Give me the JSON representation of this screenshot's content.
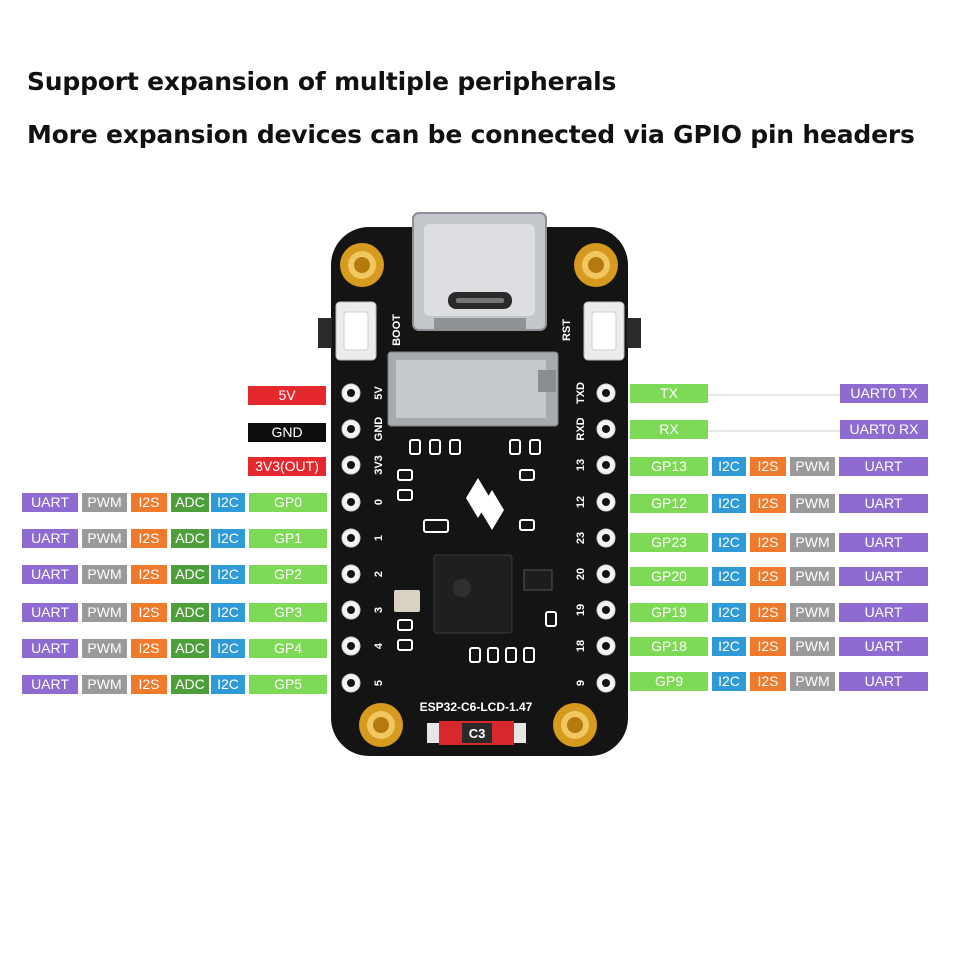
{
  "headlines": [
    "Support expansion of multiple peripherals",
    "More expansion devices can be connected via GPIO pin headers"
  ],
  "colors": {
    "uart": "#8e6bd1",
    "pwm": "#9a9a9a",
    "i2s": "#ef7a2c",
    "adc": "#4f9e3c",
    "i2c": "#2f9ad6",
    "gpio": "#7ed957",
    "power_5v": "#e4282e",
    "ground": "#0d0d0d",
    "power_3v3": "#e4282e"
  },
  "power_pins": [
    "5V",
    "GND",
    "3V3(OUT)"
  ],
  "left_gpio_rows": [
    {
      "uart": "UART",
      "pwm": "PWM",
      "i2s": "I2S",
      "adc": "ADC",
      "i2c": "I2C",
      "pin": "GP0"
    },
    {
      "uart": "UART",
      "pwm": "PWM",
      "i2s": "I2S",
      "adc": "ADC",
      "i2c": "I2C",
      "pin": "GP1"
    },
    {
      "uart": "UART",
      "pwm": "PWM",
      "i2s": "I2S",
      "adc": "ADC",
      "i2c": "I2C",
      "pin": "GP2"
    },
    {
      "uart": "UART",
      "pwm": "PWM",
      "i2s": "I2S",
      "adc": "ADC",
      "i2c": "I2C",
      "pin": "GP3"
    },
    {
      "uart": "UART",
      "pwm": "PWM",
      "i2s": "I2S",
      "adc": "ADC",
      "i2c": "I2C",
      "pin": "GP4"
    },
    {
      "uart": "UART",
      "pwm": "PWM",
      "i2s": "I2S",
      "adc": "ADC",
      "i2c": "I2C",
      "pin": "GP5"
    }
  ],
  "right_uart_rows": [
    {
      "pin": "TX",
      "function": "UART0 TX"
    },
    {
      "pin": "RX",
      "function": "UART0 RX"
    }
  ],
  "right_gpio_rows": [
    {
      "pin": "GP13",
      "i2c": "I2C",
      "i2s": "I2S",
      "pwm": "PWM",
      "uart": "UART"
    },
    {
      "pin": "GP12",
      "i2c": "I2C",
      "i2s": "I2S",
      "pwm": "PWM",
      "uart": "UART"
    },
    {
      "pin": "GP23",
      "i2c": "I2C",
      "i2s": "I2S",
      "pwm": "PWM",
      "uart": "UART"
    },
    {
      "pin": "GP20",
      "i2c": "I2C",
      "i2s": "I2S",
      "pwm": "PWM",
      "uart": "UART"
    },
    {
      "pin": "GP19",
      "i2c": "I2C",
      "i2s": "I2S",
      "pwm": "PWM",
      "uart": "UART"
    },
    {
      "pin": "GP18",
      "i2c": "I2C",
      "i2s": "I2S",
      "pwm": "PWM",
      "uart": "UART"
    },
    {
      "pin": "GP9",
      "i2c": "I2C",
      "i2s": "I2S",
      "pwm": "PWM",
      "uart": "UART"
    }
  ],
  "board": {
    "left_silk": [
      "5V",
      "GND",
      "3V3",
      "0",
      "1",
      "2",
      "3",
      "4",
      "5"
    ],
    "right_silk": [
      "TXD",
      "RXD",
      "13",
      "12",
      "23",
      "20",
      "19",
      "18",
      "9"
    ],
    "boot_label": "BOOT",
    "rst_label": "RST",
    "model_label": "ESP32-C6-LCD-1.47",
    "chip_label": "C3"
  }
}
